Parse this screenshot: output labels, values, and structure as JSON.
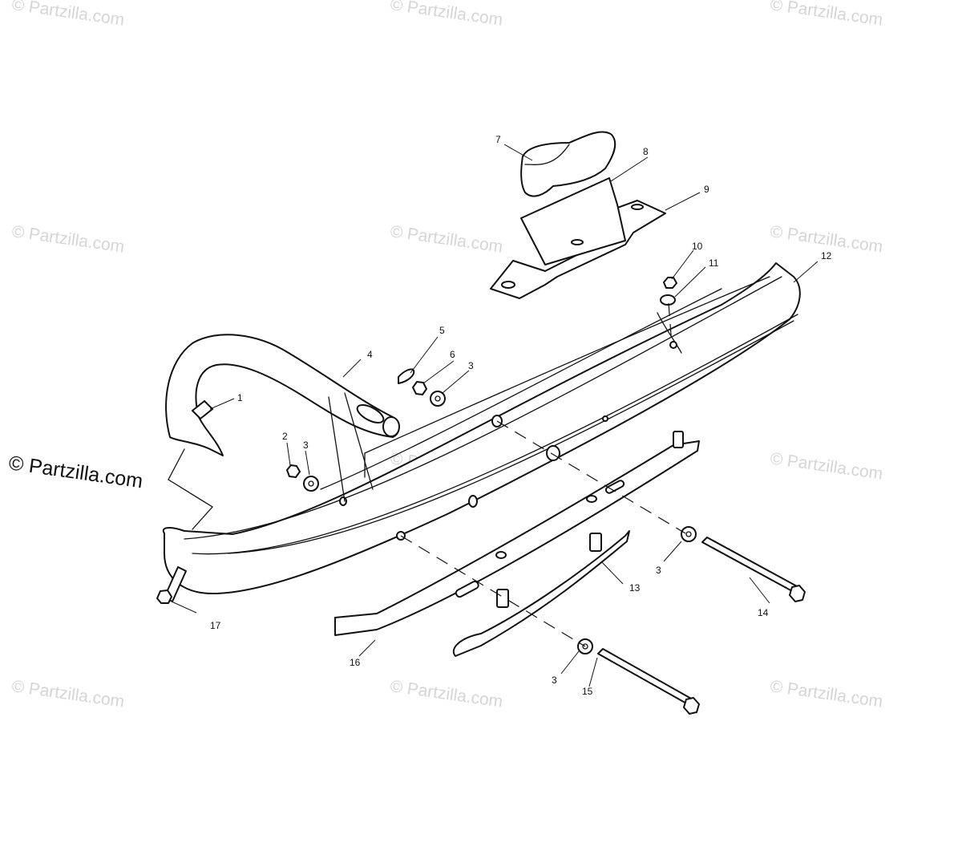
{
  "watermark": {
    "text": "© Partzilla.com",
    "main_text": "© Partzilla.com"
  },
  "callouts": {
    "c1": "1",
    "c2": "2",
    "c3a": "3",
    "c3b": "3",
    "c3c": "3",
    "c3d": "3",
    "c4": "4",
    "c5": "5",
    "c6": "6",
    "c7": "7",
    "c8": "8",
    "c9": "9",
    "c10": "10",
    "c11": "11",
    "c12": "12",
    "c13": "13",
    "c14": "14",
    "c15": "15",
    "c16": "16",
    "c17": "17"
  }
}
